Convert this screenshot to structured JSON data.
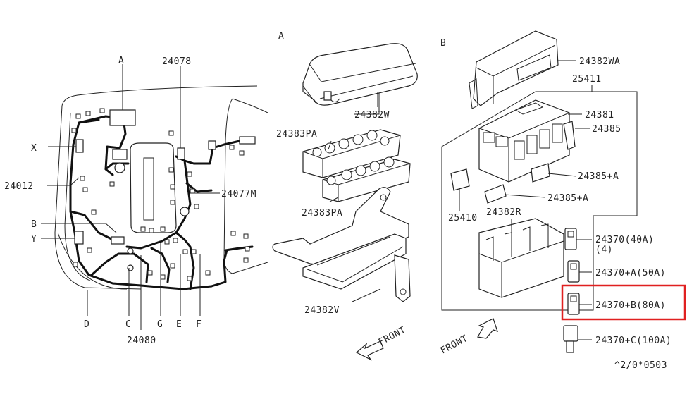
{
  "sections": {
    "a": "A",
    "b": "B"
  },
  "labels": {
    "l_A": "A",
    "l_24078": "24078",
    "l_X": "X",
    "l_24012": "24012",
    "l_B": "B",
    "l_Y": "Y",
    "l_24077M": "24077M",
    "l_D": "D",
    "l_C": "C",
    "l_G": "G",
    "l_E": "E",
    "l_F": "F",
    "l_24080": "24080",
    "l_24382W": "24382W",
    "l_24383PA_1": "24383PA",
    "l_24383PA_2": "24383PA",
    "l_24382V": "24382V",
    "l_front_a": "FRONT",
    "l_24382WA": "24382WA",
    "l_25411": "25411",
    "l_24381": "24381",
    "l_24385": "24385",
    "l_24385A_1": "24385+A",
    "l_24385A_2": "24385+A",
    "l_25410": "25410",
    "l_24382R": "24382R",
    "l_24370_40A": "24370(40A)",
    "l_qty4": "(4)",
    "l_24370A_50A": "24370+A(50A)",
    "l_24370B_80A": "24370+B(80A)",
    "l_24370C_100A": "24370+C(100A)",
    "l_front_b": "FRONT",
    "l_code": "^2/0*0503"
  },
  "highlight": {
    "color": "#e02020",
    "target": "24370+B(80A)"
  },
  "colors": {
    "line": "#222222",
    "background": "#ffffff",
    "highlight": "#e02020"
  }
}
